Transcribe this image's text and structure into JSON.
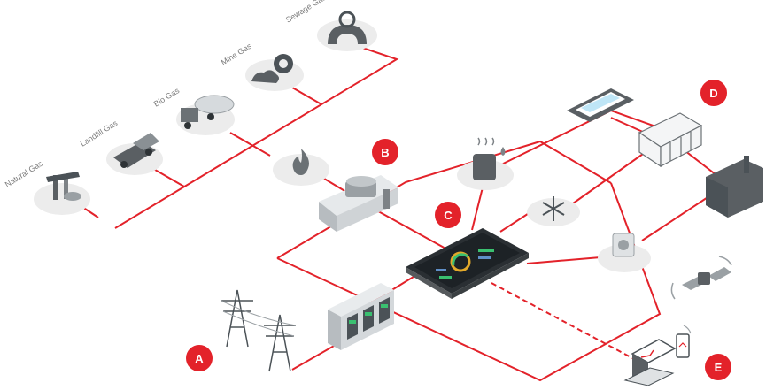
{
  "gas_sources": [
    {
      "label": "Natural Gas",
      "icon": "natural-gas-pump-icon"
    },
    {
      "label": "Landfill Gas",
      "icon": "landfill-truck-icon"
    },
    {
      "label": "Bio Gas",
      "icon": "bio-gas-tanker-icon"
    },
    {
      "label": "Mine Gas",
      "icon": "mine-gas-gear-icon"
    },
    {
      "label": "Sewage Gas",
      "icon": "sewage-valve-icon"
    }
  ],
  "badges": [
    {
      "id": "A",
      "label": "A"
    },
    {
      "id": "B",
      "label": "B"
    },
    {
      "id": "C",
      "label": "C"
    },
    {
      "id": "D",
      "label": "D"
    },
    {
      "id": "E",
      "label": "E"
    }
  ],
  "colors": {
    "line": "#e3222a",
    "badge": "#e3222a",
    "disc": "#ececec",
    "device": "#d9dde0",
    "device_dark": "#4b5257",
    "screen": "#1d2226"
  }
}
